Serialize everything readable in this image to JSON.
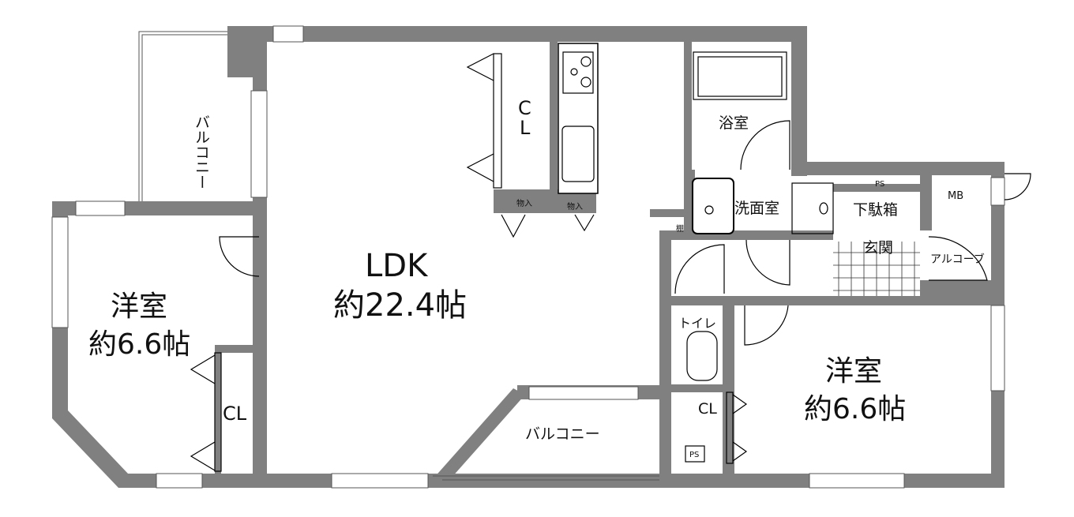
{
  "rooms": {
    "ldk": {
      "name": "LDK",
      "size": "約22.4帖"
    },
    "western_left": {
      "name": "洋室",
      "size": "約6.6帖"
    },
    "western_right": {
      "name": "洋室",
      "size": "約6.6帖"
    },
    "balcony_top": "バルコニー",
    "balcony_bottom": "バルコニー",
    "kitchen_closet": {
      "c": "C",
      "l": "L"
    },
    "closet_left": "CL",
    "closet_right": "CL",
    "bath": "浴室",
    "washroom": "洗面室",
    "shelf": "棚",
    "storage_1": "物入",
    "storage_2": "物入",
    "ps_top": "PS",
    "ps_bottom": "PS",
    "mb": "MB",
    "shoe_box": "下駄箱",
    "entrance": "玄関",
    "alcove": "アルコーブ",
    "toilet": "トイレ"
  }
}
